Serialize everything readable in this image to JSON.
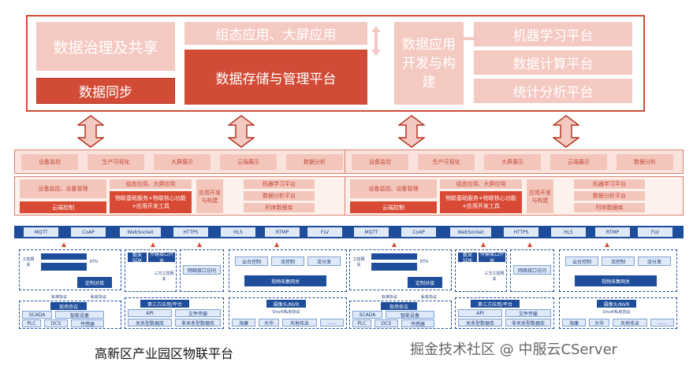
{
  "top": {
    "governance": "数据治理及共享",
    "sync": "数据同步",
    "config_apps": "组态应用、大屏应用",
    "storage": "数据存储与管理平台",
    "dev": "数据应用开发与构建",
    "ml": "机器学习平台",
    "compute": "数据计算平台",
    "stats": "统计分析平台"
  },
  "platform": {
    "row1": [
      "设备监控",
      "生产可视化",
      "大屏展示",
      "云端展示",
      "数据分析"
    ],
    "monitor": "设备监控、设备管理",
    "cloud_ctrl": "云端控制",
    "config_apps": "组态应用、大屏应用",
    "iot_service": "物联基础服务+物联核心功能+应用开发工具",
    "dev": "应用开发与构建",
    "ml": "机器学习平台",
    "analysis": "数据分析平台",
    "tsdb": "时序数据库",
    "protocols": [
      "MQTT",
      "CoAP",
      "WebSocket",
      "HTTPS",
      "HLS",
      "RTMP",
      "FLV"
    ],
    "gateway": "工控网关",
    "dtu": "DTU",
    "custom_access": "定制对接",
    "std_proto": "标准协议",
    "priv_proto": "私有协议",
    "field_proto": "现场协议",
    "scada": "SCADA",
    "smart_dev": "智能设备",
    "plc": "PLC",
    "dcs": "DCS",
    "sensor": "传感器",
    "sdk": "数采SDK",
    "transfer_api": "传输接口开放",
    "third_gw": "三方工控网关",
    "net_api": "网络接口访问",
    "third_app": "第三方应用/平台",
    "api": "API",
    "file_transfer": "文件传输",
    "rel_db": "关系型数据库",
    "nonrel_db": "非关系型数据库",
    "ptz": "云台控制",
    "stream_ctrl": "流控制",
    "stream_dist": "流分发",
    "video_gw": "视频采集网关",
    "camera": "摄像头/NVR",
    "onvif": "Onvif/私有协议",
    "hik": "海康",
    "dahua": "大华",
    "tiandi": "天地伟业",
    "more": "……"
  },
  "captions": {
    "left": "高新区产业园区物联平台",
    "right": "掘金技术社区 @ 中服云CServer"
  }
}
